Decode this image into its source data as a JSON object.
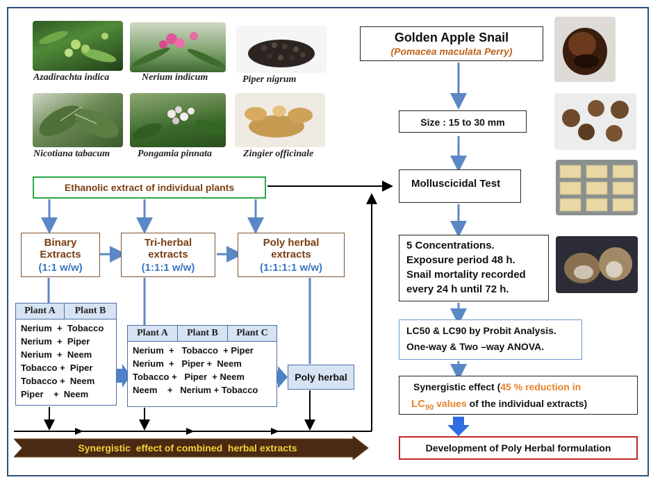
{
  "plants": [
    {
      "name": "Azadirachta indica",
      "icon": "neem-leaves-photo"
    },
    {
      "name": "Nerium indicum",
      "icon": "oleander-flowers-photo"
    },
    {
      "name": "Piper nigrum",
      "icon": "black-pepper-photo"
    },
    {
      "name": "Nicotiana tabacum",
      "icon": "tobacco-leaves-photo"
    },
    {
      "name": "Pongamia pinnata",
      "icon": "pongamia-flowers-photo"
    },
    {
      "name": "Zingier officinale",
      "icon": "ginger-rhizome-photo"
    }
  ],
  "ethanolic": "Ethanolic extract of individual plants",
  "extracts": {
    "binary": {
      "title": "Binary",
      "title2": "Extracts",
      "ratio": "(1:1 w/w)"
    },
    "tri": {
      "title": "Tri-herbal",
      "title2": "extracts",
      "ratio": "(1:1:1 w/w)"
    },
    "poly": {
      "title": "Poly herbal",
      "title2": "extracts",
      "ratio": "(1:1:1:1 w/w)"
    }
  },
  "binary_table": {
    "headers": [
      "Plant A",
      "Plant B"
    ],
    "rows": [
      "Nerium  +  Tobacco",
      "Nerium  +  Piper",
      "Nerium  +  Neem",
      "Tobacco +  Piper",
      "Tobacco +  Neem",
      "Piper    +  Neem"
    ]
  },
  "tri_table": {
    "headers": [
      "Plant A",
      "Plant B",
      "Plant C"
    ],
    "rows": [
      "Nerium  +   Tobacco  + Piper",
      "Nerium  +   Piper +  Neem",
      "Tobacco +   Piper  + Neem",
      "Neem    +   Nerium + Tobacco"
    ]
  },
  "poly_box": "Poly herbal",
  "synergy_banner": "Synergistic  effect of combined  herbal extracts",
  "snail": {
    "title": "Golden Apple Snail",
    "subtitle": "(Pomacea maculata Perry)"
  },
  "size": "Size : 15 to 30 mm",
  "test": "Molluscicidal Test",
  "conditions": [
    "5 Concentrations.",
    "Exposure period 48 h.",
    "Snail mortality recorded",
    "every 24 h until 72 h."
  ],
  "analysis": [
    "LC50 & LC90 by Probit Analysis.",
    "One-way & Two –way ANOVA."
  ],
  "synergy_effect": {
    "prefix": "Synergistic effect (",
    "highlight1": "45 % reduction in",
    "highlight2_main": "LC",
    "highlight2_sub": "90",
    "highlight2_rest": " values",
    "suffix": " of the individual extracts)"
  },
  "development": "Development of Poly Herbal formulation",
  "right_photos": [
    "snail-shell-photo",
    "snails-group-photo",
    "test-containers-photo",
    "snail-close-up-photo"
  ]
}
